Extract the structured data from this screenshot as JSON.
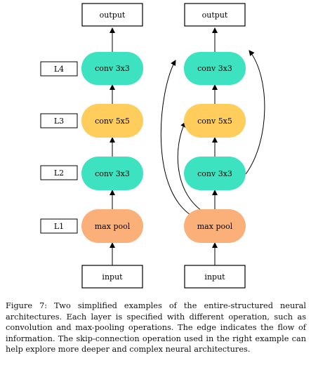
{
  "layer_labels": [
    "L4",
    "L3",
    "L2",
    "L1"
  ],
  "left_network": {
    "output": "output",
    "layers": [
      "conv 3x3",
      "conv 5x5",
      "conv 3x3",
      "max pool"
    ],
    "input": "input"
  },
  "right_network": {
    "output": "output",
    "layers": [
      "conv 3x3",
      "conv 5x5",
      "conv 3x3",
      "max pool"
    ],
    "input": "input"
  },
  "colors": {
    "conv3x3": "#3de3c0",
    "conv5x5": "#fecd5c",
    "maxpool": "#fbb07a"
  },
  "caption": "Figure 7: Two simplified examples of the entire-structured neural architectures. Each layer is specified with different operation, such as convolution and max-pooling operations. The edge indicates the flow of information. The skip-connection operation used in the right example can help explore more deeper and complex neural architectures."
}
